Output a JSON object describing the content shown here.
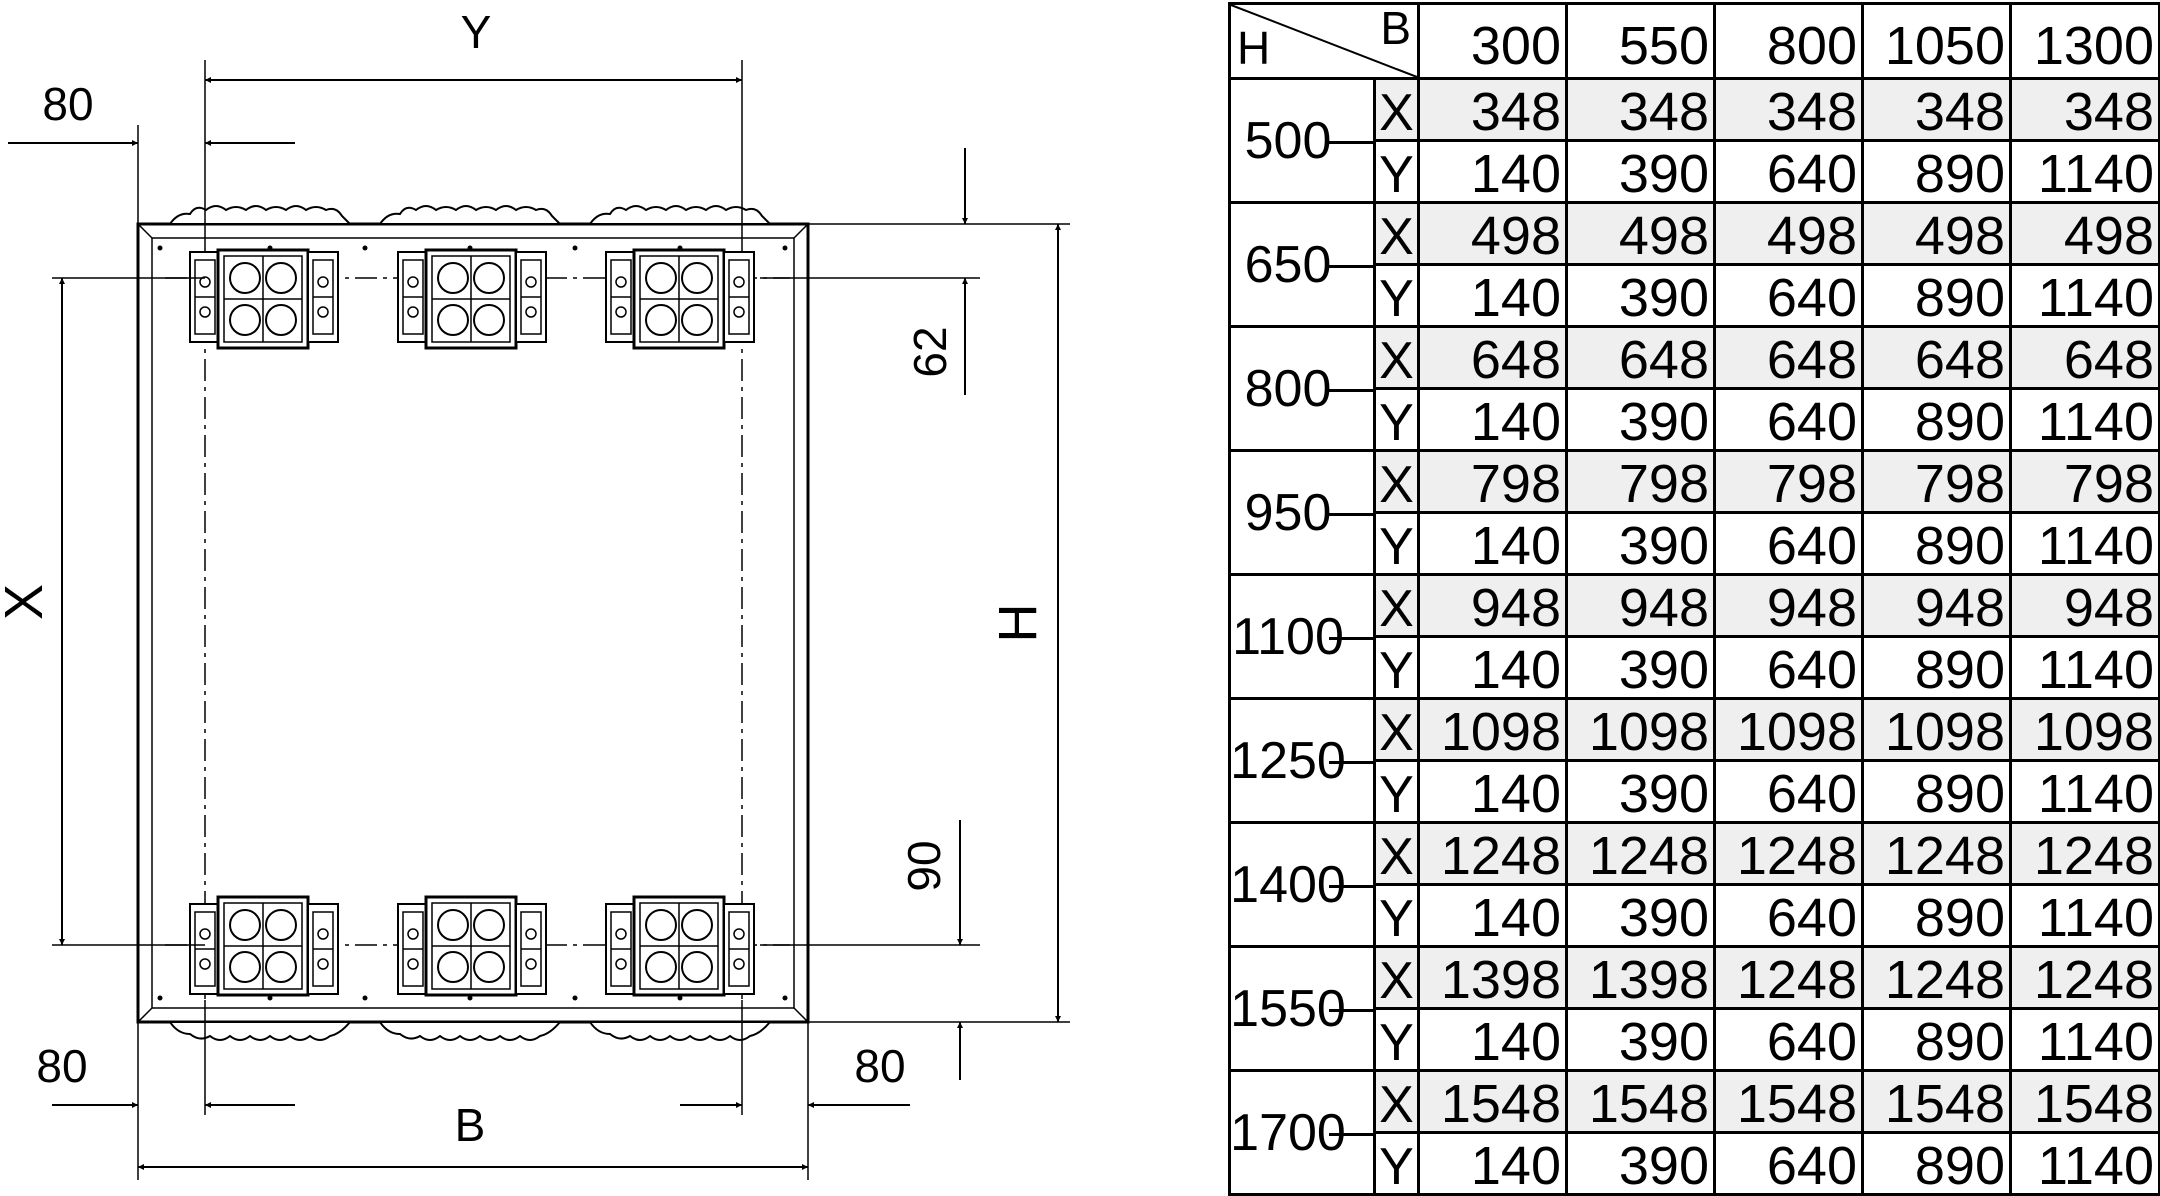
{
  "drawing": {
    "labels": {
      "y_dim": "Y",
      "x_dim": "X",
      "h_dim": "H",
      "b_dim": "B",
      "top_left_offset": "80",
      "bottom_left_offset": "80",
      "bottom_right_offset": "80",
      "top_offset": "62",
      "bottom_offset": "90"
    }
  },
  "table": {
    "corner_row_label": "H",
    "corner_col_label": "B",
    "columns": [
      "300",
      "550",
      "800",
      "1050",
      "1300"
    ],
    "rows": [
      {
        "h": "500",
        "x": [
          "348",
          "348",
          "348",
          "348",
          "348"
        ],
        "y": [
          "140",
          "390",
          "640",
          "890",
          "1140"
        ]
      },
      {
        "h": "650",
        "x": [
          "498",
          "498",
          "498",
          "498",
          "498"
        ],
        "y": [
          "140",
          "390",
          "640",
          "890",
          "1140"
        ]
      },
      {
        "h": "800",
        "x": [
          "648",
          "648",
          "648",
          "648",
          "648"
        ],
        "y": [
          "140",
          "390",
          "640",
          "890",
          "1140"
        ]
      },
      {
        "h": "950",
        "x": [
          "798",
          "798",
          "798",
          "798",
          "798"
        ],
        "y": [
          "140",
          "390",
          "640",
          "890",
          "1140"
        ]
      },
      {
        "h": "1100",
        "x": [
          "948",
          "948",
          "948",
          "948",
          "948"
        ],
        "y": [
          "140",
          "390",
          "640",
          "890",
          "1140"
        ]
      },
      {
        "h": "1250",
        "x": [
          "1098",
          "1098",
          "1098",
          "1098",
          "1098"
        ],
        "y": [
          "140",
          "390",
          "640",
          "890",
          "1140"
        ]
      },
      {
        "h": "1400",
        "x": [
          "1248",
          "1248",
          "1248",
          "1248",
          "1248"
        ],
        "y": [
          "140",
          "390",
          "640",
          "890",
          "1140"
        ]
      },
      {
        "h": "1550",
        "x": [
          "1398",
          "1398",
          "1248",
          "1248",
          "1248"
        ],
        "y": [
          "140",
          "390",
          "640",
          "890",
          "1140"
        ]
      },
      {
        "h": "1700",
        "x": [
          "1548",
          "1548",
          "1548",
          "1548",
          "1548"
        ],
        "y": [
          "140",
          "390",
          "640",
          "890",
          "1140"
        ]
      }
    ],
    "x_label": "X",
    "y_label": "Y"
  }
}
